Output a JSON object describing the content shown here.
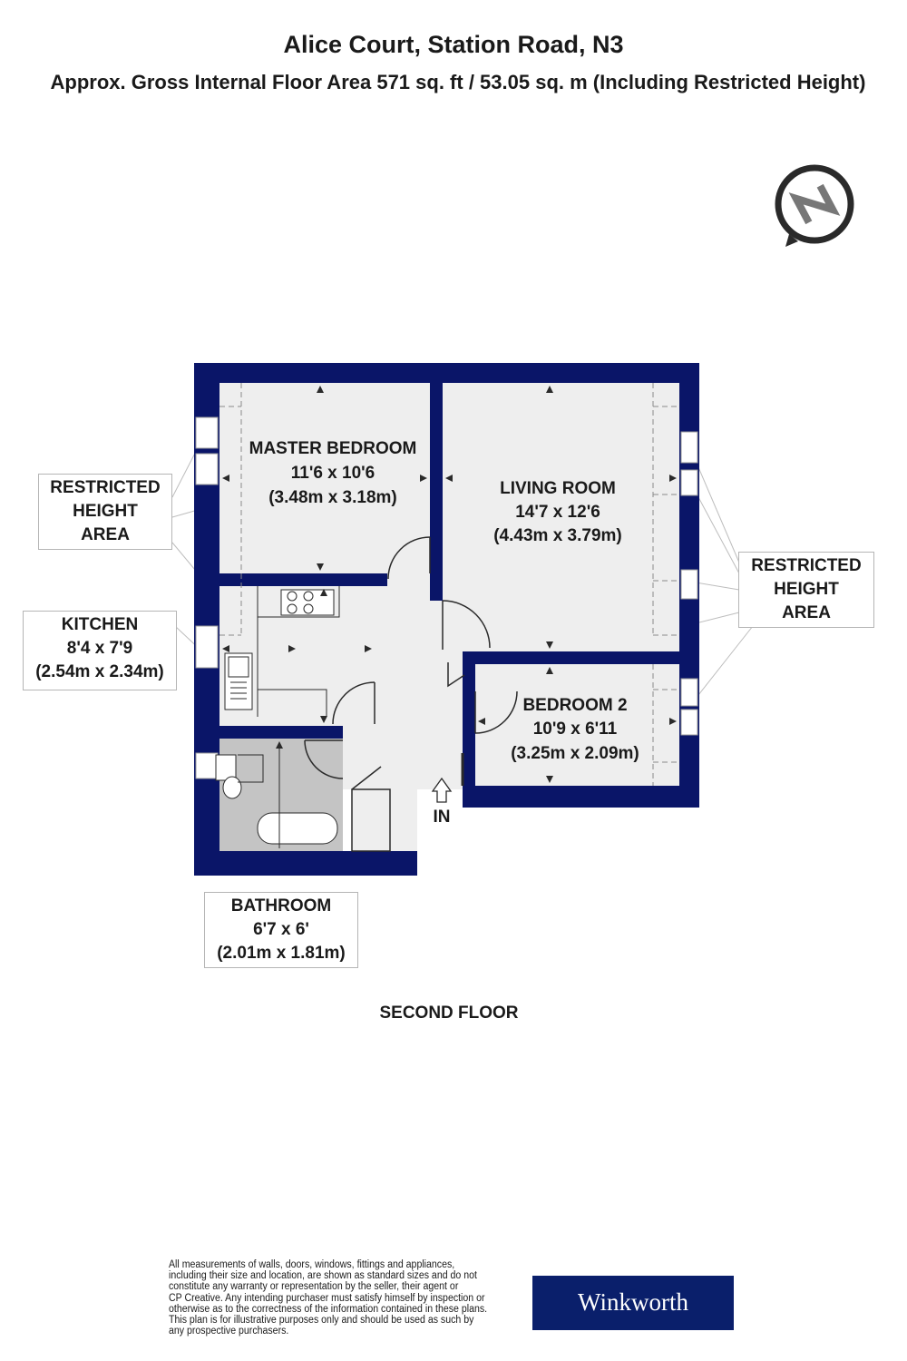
{
  "header": {
    "title": "Alice Court, Station Road, N3",
    "subtitle": "Approx. Gross Internal Floor Area 571 sq. ft / 53.05 sq. m (Including Restricted Height)"
  },
  "compass": {
    "letter": "N"
  },
  "rooms": {
    "master_bedroom": {
      "name": "MASTER BEDROOM",
      "imperial": "11'6 x 10'6",
      "metric": "(3.48m x 3.18m)"
    },
    "living_room": {
      "name": "LIVING ROOM",
      "imperial": "14'7 x 12'6",
      "metric": "(4.43m x 3.79m)"
    },
    "bedroom_2": {
      "name": "BEDROOM 2",
      "imperial": "10'9 x 6'11",
      "metric": "(3.25m x 2.09m)"
    },
    "kitchen": {
      "name": "KITCHEN",
      "imperial": "8'4 x 7'9",
      "metric": "(2.54m x 2.34m)"
    },
    "bathroom": {
      "name": "BATHROOM",
      "imperial": "6'7 x 6'",
      "metric": "(2.01m x 1.81m)"
    }
  },
  "callouts": {
    "restricted_left": [
      "RESTRICTED",
      "HEIGHT",
      "AREA"
    ],
    "restricted_right": [
      "RESTRICTED",
      "HEIGHT",
      "AREA"
    ]
  },
  "entrance_label": "IN",
  "floor_name": "SECOND FLOOR",
  "disclaimer": [
    "All measurements of walls, doors, windows, fittings and appliances,",
    "including their size and location, are shown as standard sizes and do not",
    "constitute any warranty or representation by the seller, their agent or",
    "CP Creative. Any intending purchaser must satisfy himself by inspection or",
    "otherwise as to the correctness of the information contained in these plans.",
    "This plan is for illustrative purposes only and should be used as such by",
    "any prospective purchasers."
  ],
  "logo_text": "Winkworth",
  "colors": {
    "wall": "#0a1568",
    "room_fill": "#eeeeee",
    "bathroom_fill": "#c4c4c4",
    "logo_bg": "#0a1f6b"
  }
}
